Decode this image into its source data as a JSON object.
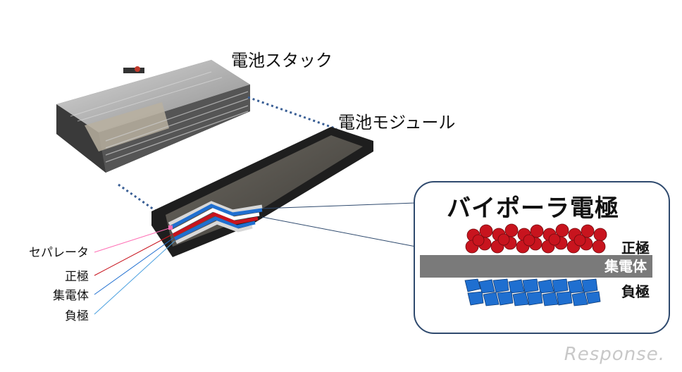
{
  "labels": {
    "battery_stack": "電池スタック",
    "battery_module": "電池モジュール",
    "separator": "セパレータ",
    "positive_electrode": "正極",
    "current_collector": "集電体",
    "negative_electrode": "負極"
  },
  "callout": {
    "title": "バイポーラ電極",
    "positive_electrode": "正極",
    "current_collector": "集電体",
    "negative_electrode": "負極"
  },
  "watermark": "Response.",
  "colors": {
    "positive": "#c8141e",
    "negative": "#1f6fd0",
    "collector": "#7a7a7a",
    "callout_border": "#2f4a6e",
    "separator_line": "#ff6fb5",
    "connector_dotted": "#3a5f95"
  }
}
